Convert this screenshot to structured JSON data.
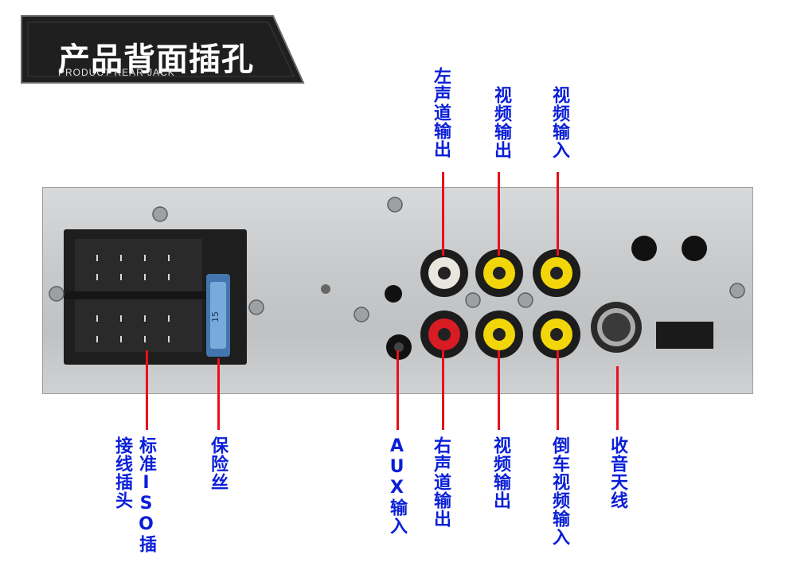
{
  "header": {
    "title_cn": "产品背面插孔",
    "title_en": "PRODUCT REAR JACK"
  },
  "labels": {
    "top": {
      "left_audio_out": "左声道输出",
      "video_out_1": "视频输出",
      "video_in": "视频输入"
    },
    "bottom": {
      "iso_plug_col1": "标准ISO插",
      "iso_plug_col2": "接线插头",
      "fuse": "保险丝",
      "aux_in": "AUX输入",
      "right_audio_out": "右声道输出",
      "video_out_2": "视频输出",
      "reverse_video_in": "倒车视频输入",
      "radio_antenna": "收音天线"
    }
  },
  "device": {
    "fuse_rating": "15"
  },
  "colors": {
    "label_text": "#0a1fd6",
    "pointer_line": "#e8101a",
    "rca_white": "#e9e6df",
    "rca_red": "#d81c24",
    "rca_yellow": "#f2d60a",
    "banner_bg": "#1f1f1f"
  }
}
